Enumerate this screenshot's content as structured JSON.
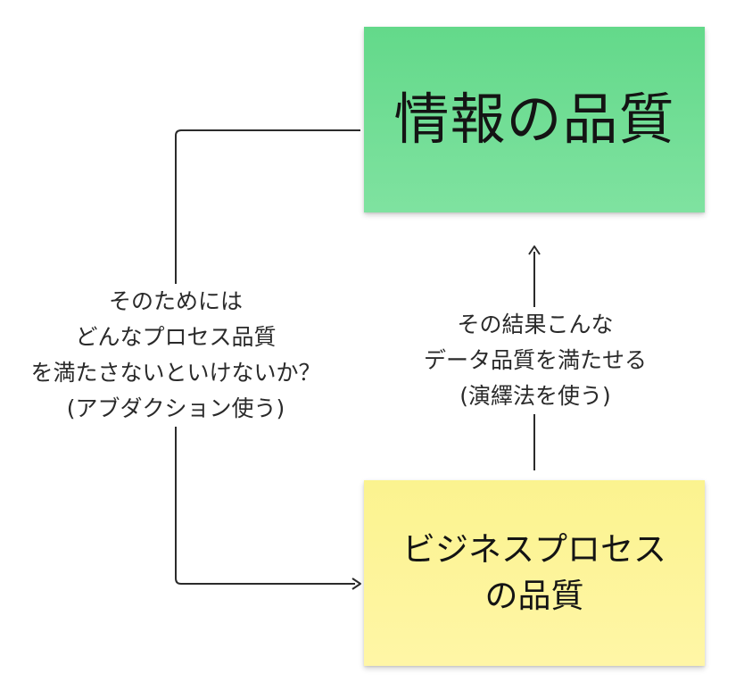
{
  "nodes": {
    "info_quality": {
      "label": "情報の品質",
      "color": "#6bdc8f"
    },
    "business_process_quality": {
      "line1": "ビジネスプロセス",
      "line2": "の品質",
      "color": "#fcf39a"
    }
  },
  "edges": {
    "top_from_bottom": {
      "line1": "その結果こんな",
      "line2": "データ品質を満たせる",
      "line3": "(演繹法を使う)"
    },
    "left_loop": {
      "line1": "そのためには",
      "line2": "どんなプロセス品質",
      "line3": "を満たさないといけないか？",
      "line4": "(アブダクション使う)"
    }
  },
  "colors": {
    "connector": "#2b2b2b"
  }
}
